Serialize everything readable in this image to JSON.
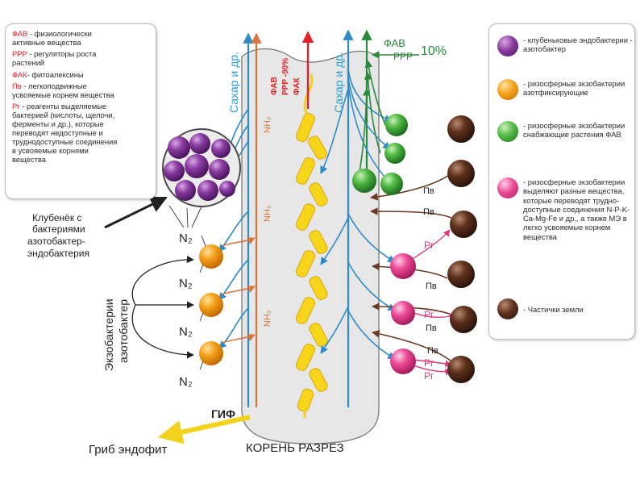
{
  "colors": {
    "purple": "#7b2e8f",
    "orange": "#f39a12",
    "green": "#3faa36",
    "pink": "#e8388a",
    "brown": "#5a2d1a",
    "root_fill": "#e7e7e7",
    "hypha": "#f2d21a",
    "sugar_arrow": "#2e8bc9",
    "nh3_arrow": "#d7743f",
    "red_arrow": "#e0242a",
    "green_arrow": "#2a8a3c",
    "text_blue": "#2e9bd6",
    "text_orange": "#d7743f",
    "text_pink": "#e0347f"
  },
  "left_legend": {
    "lines": [
      {
        "abbr": "ФАВ",
        "text": " - физиологически"
      },
      {
        "abbr": "",
        "text": "активные вещества"
      },
      {
        "abbr": "РРР",
        "text": " - регуляторы роста"
      },
      {
        "abbr": "",
        "text": "растений"
      },
      {
        "abbr": "ФАК",
        "text": "- фитоалексины"
      },
      {
        "abbr": "Пв",
        "text": " - легкоподвижные"
      },
      {
        "abbr": "",
        "text": "усвояемые корнем вещества"
      },
      {
        "abbr": "Рг",
        "text": " - реагенты выделяемые"
      },
      {
        "abbr": "",
        "text": "бактерией (кислоты, щелочи,"
      },
      {
        "abbr": "",
        "text": "ферменты и др.), которые"
      },
      {
        "abbr": "",
        "text": "переводят недоступные и"
      },
      {
        "abbr": "",
        "text": "труднодоступные соединения"
      },
      {
        "abbr": "",
        "text": "в усвояемые корнями"
      },
      {
        "abbr": "",
        "text": "вещества"
      }
    ]
  },
  "right_legend": {
    "items": [
      {
        "icon": "purple-ball-icon",
        "color_key": "purple",
        "text": "- клубеньковые эндобактерии - азотобактер"
      },
      {
        "icon": "orange-ball-icon",
        "color_key": "orange",
        "text": "- ризосферные экзобактерии азотфиксирующие"
      },
      {
        "icon": "green-ball-icon",
        "color_key": "green",
        "text": "- ризосферные экзобактерии снабжающие растения ФАВ"
      },
      {
        "icon": "pink-ball-icon",
        "color_key": "pink",
        "text": "- ризосферные экзобактерии выделяют разные вещества, которые переводят трудно-доступные соединения N-P-K-Ca-Mg-Fe и др., а также МЭ в легко усвояемые корнем вещества"
      },
      {
        "icon": "brown-ball-icon",
        "color_key": "brown",
        "text": "- Частички земли"
      }
    ]
  },
  "labels": {
    "sugar_left": "Сахар и др.",
    "sugar_right": "Сахар и др.",
    "red_arrow_labels": [
      "ФАВ",
      "РРР -90%",
      "ФАК"
    ],
    "fav": "ФАВ",
    "ppp": "РРР",
    "percent10": "10%",
    "nh3": "NH₃",
    "n2": "N₂",
    "nodule_label": [
      "Клубенёк с",
      "бактериями",
      "азотобактер-",
      "эндобактерия"
    ],
    "exo_label": [
      "Экзобактерии",
      "азотобактер"
    ],
    "gif": "ГИФ",
    "fungus": "Гриб эндофит",
    "root_section": "КОРЕНЬ РАЗРЕЗ",
    "pv": "Пв",
    "pr": "Рг"
  }
}
